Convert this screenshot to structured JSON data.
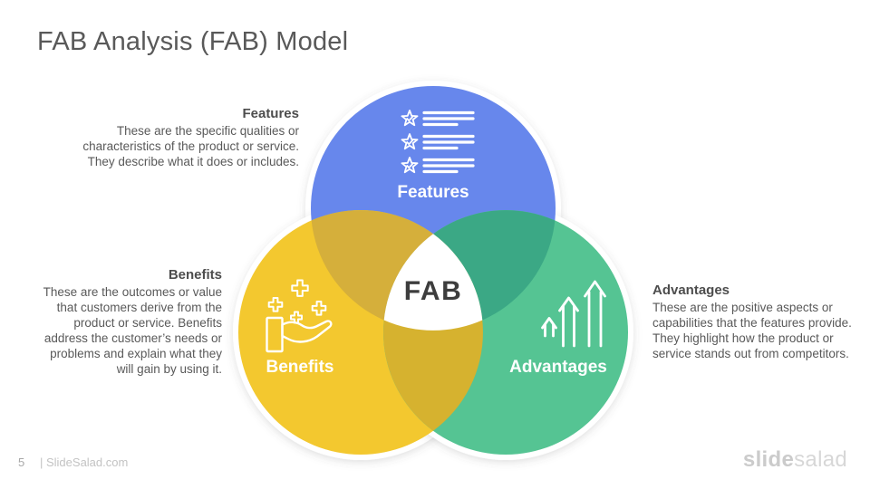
{
  "slide": {
    "title": "FAB Analysis (FAB) Model",
    "footer": {
      "page_number": "5",
      "site": "| SlideSalad.com",
      "logo_bold": "slide",
      "logo_light": "salad"
    }
  },
  "annotations": {
    "features": {
      "heading": "Features",
      "body": "These are the specific qualities or characteristics of the product or service. They describe what it does or includes."
    },
    "benefits": {
      "heading": "Benefits",
      "body": "These are the outcomes or value that customers derive from the product or service. Benefits address the customer’s needs or problems and explain what they will gain by using it."
    },
    "advantages": {
      "heading": "Advantages",
      "body": "These are the positive aspects or capabilities that the features provide. They highlight how the product or service stands out from competitors."
    }
  },
  "venn": {
    "center_label": "FAB",
    "circles": [
      {
        "label": "Features",
        "color": "#6787EC",
        "icon": "star-list-icon"
      },
      {
        "label": "Benefits",
        "color": "#F3C82F",
        "icon": "hand-plus-icon"
      },
      {
        "label": "Advantages",
        "color": "#55C493",
        "icon": "growth-arrows-icon"
      }
    ],
    "overlaps": {
      "features_benefits": "#D5AF3B",
      "features_advantages": "#3BA885",
      "benefits_advantages": "#D6B22F"
    }
  }
}
